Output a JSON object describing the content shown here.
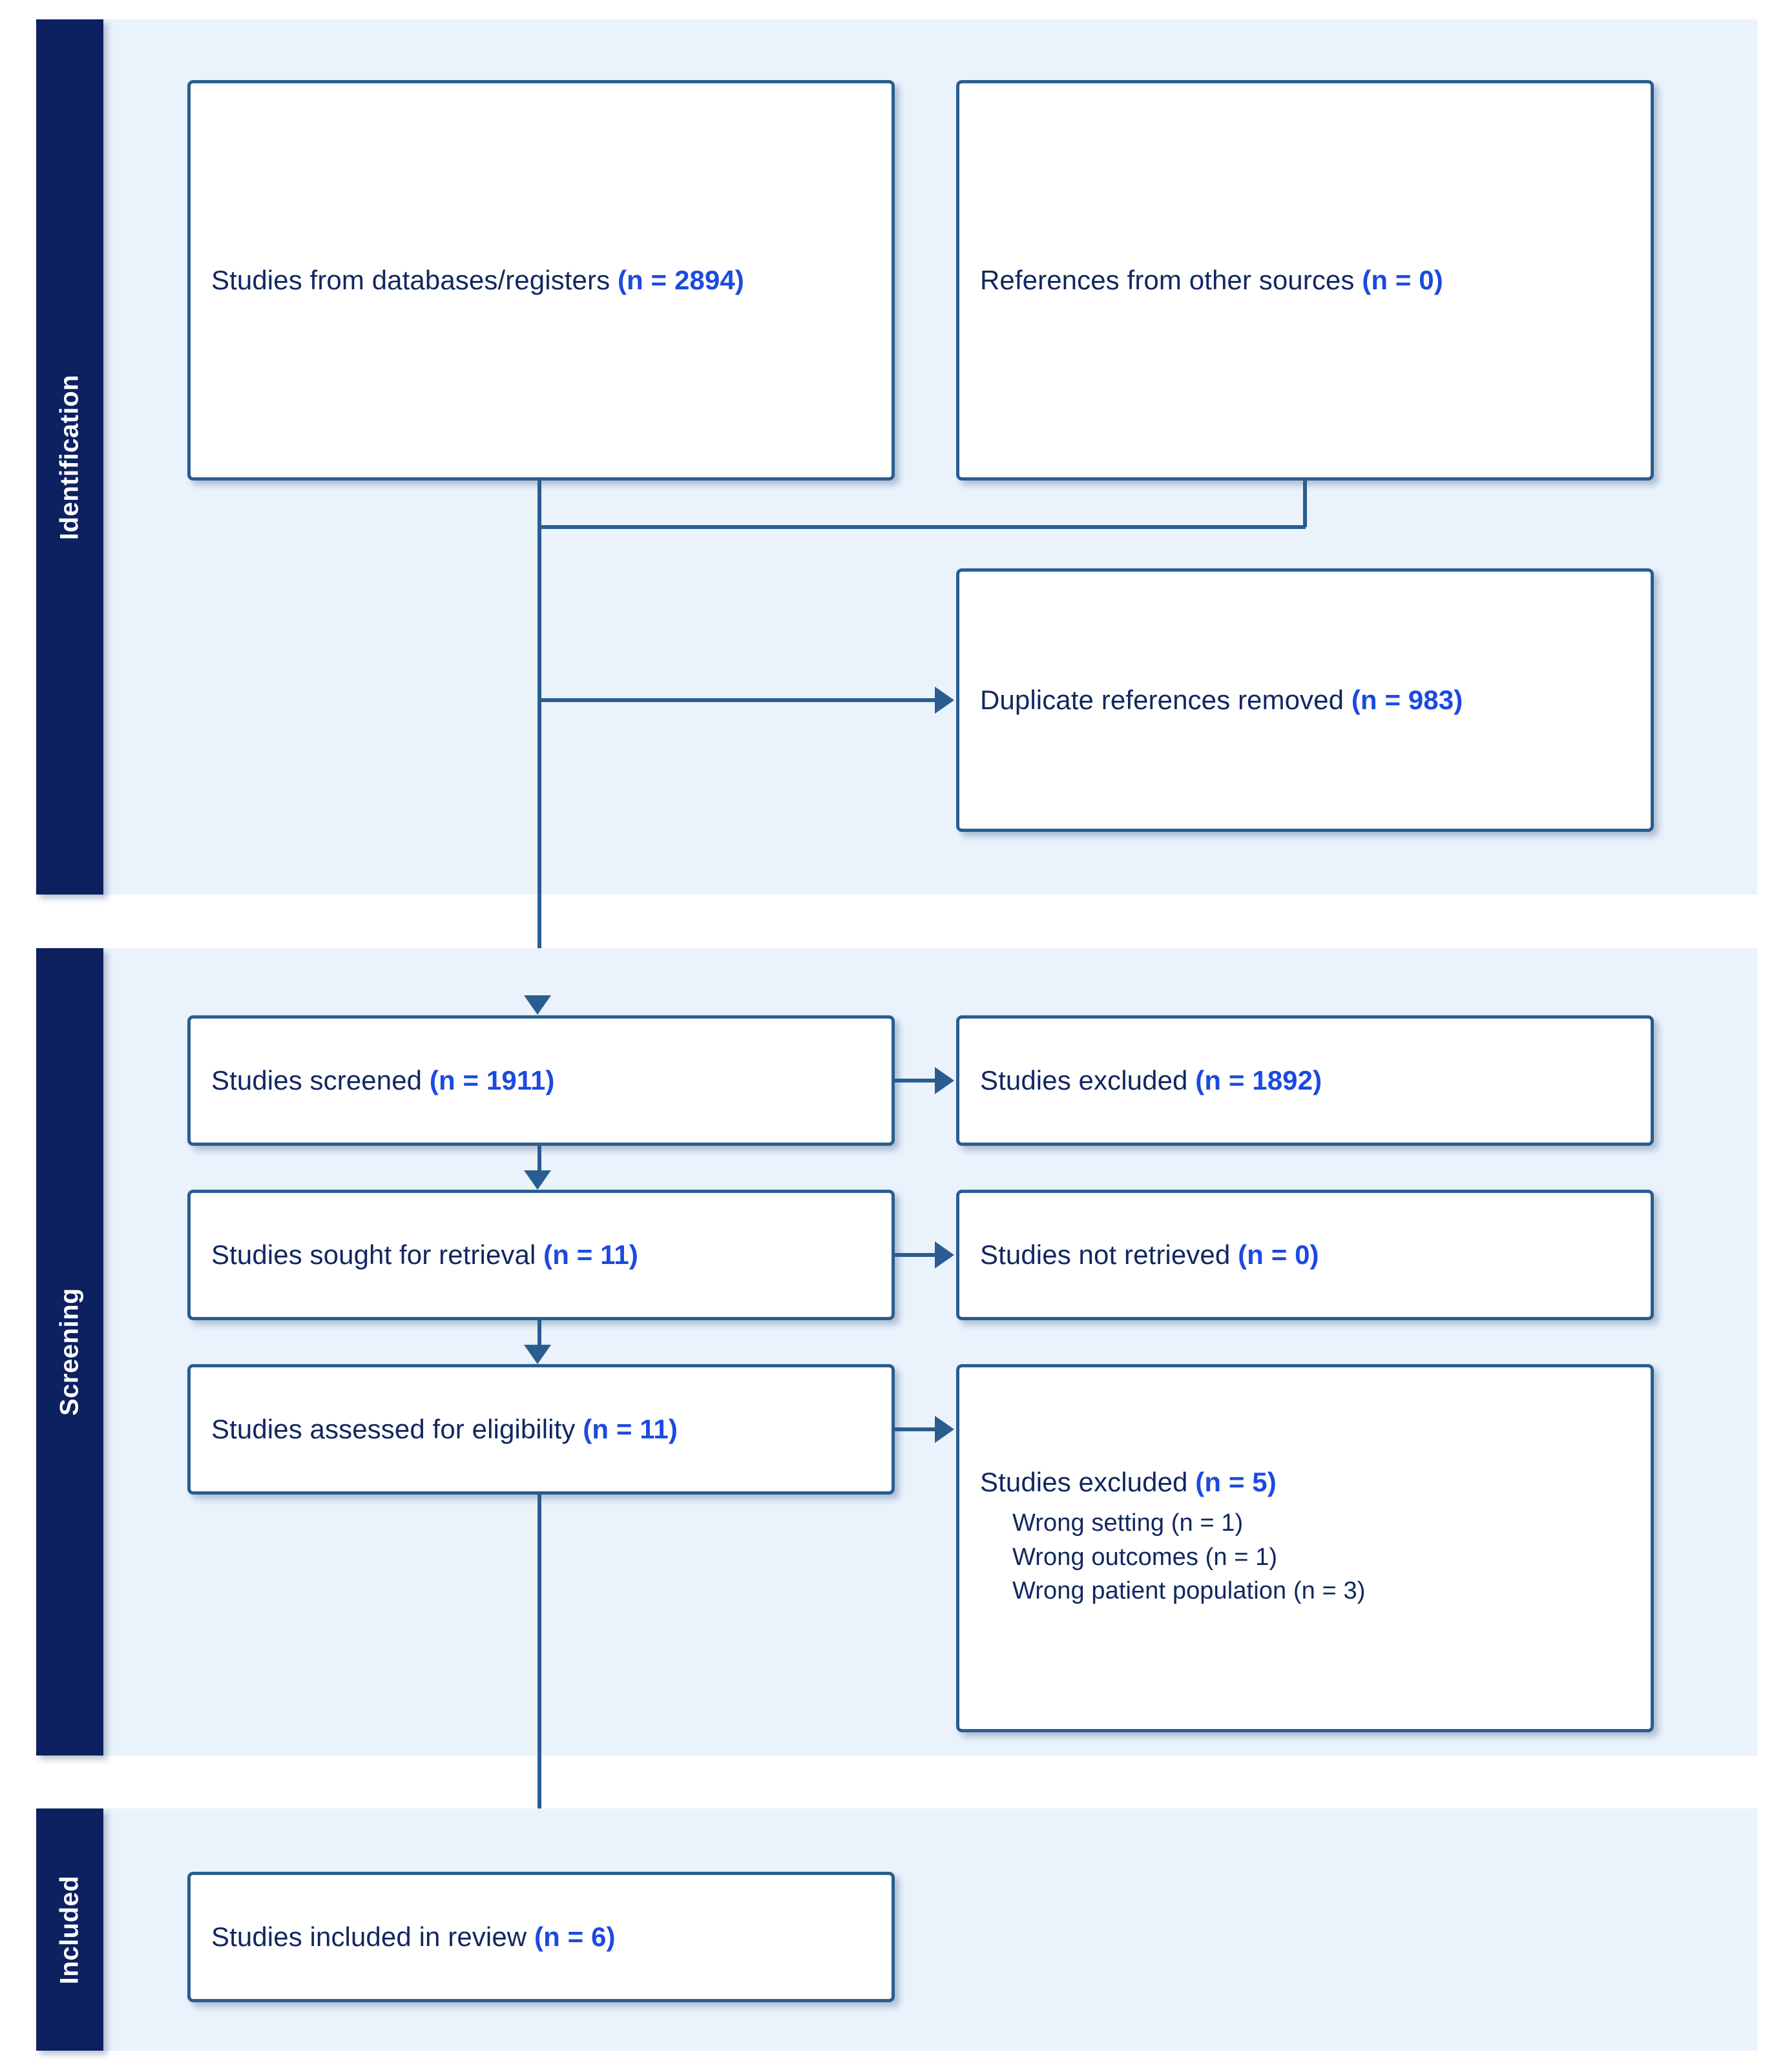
{
  "diagram": {
    "type": "prisma-flow-diagram",
    "colors": {
      "band_background": "#eaf2fc",
      "sidebar": "#0d2060",
      "box_border": "#2a5d8f",
      "label_text": "#11275f",
      "count_text": "#1b4ae0",
      "page_background": "#ffffff"
    },
    "stages": [
      {
        "id": "identification",
        "label": "Identification"
      },
      {
        "id": "screening",
        "label": "Screening"
      },
      {
        "id": "included",
        "label": "Included"
      }
    ],
    "nodes": [
      {
        "id": "databases",
        "stage": "identification",
        "label": "Studies from databases/registers ",
        "count": "(n = 2894)"
      },
      {
        "id": "other-sources",
        "stage": "identification",
        "label": "References from other sources ",
        "count": "(n = 0)"
      },
      {
        "id": "duplicates-removed",
        "stage": "identification",
        "label": "Duplicate references removed ",
        "count": "(n = 983)"
      },
      {
        "id": "screened",
        "stage": "screening",
        "label": "Studies screened ",
        "count": "(n = 1911)"
      },
      {
        "id": "excluded-screening",
        "stage": "screening",
        "label": "Studies excluded ",
        "count": "(n = 1892)"
      },
      {
        "id": "sought-retrieval",
        "stage": "screening",
        "label": "Studies sought for retrieval ",
        "count": "(n = 11)"
      },
      {
        "id": "not-retrieved",
        "stage": "screening",
        "label": "Studies not retrieved ",
        "count": "(n = 0)"
      },
      {
        "id": "assessed-eligibility",
        "stage": "screening",
        "label": "Studies assessed for eligibility ",
        "count": "(n = 11)"
      },
      {
        "id": "excluded-eligibility",
        "stage": "screening",
        "label": "Studies excluded ",
        "count": "(n = 5)",
        "reasons": [
          "Wrong setting (n = 1)",
          "Wrong outcomes (n = 1)",
          "Wrong patient population (n = 3)"
        ]
      },
      {
        "id": "included-review",
        "stage": "included",
        "label": "Studies included in review ",
        "count": "(n = 6)"
      }
    ]
  }
}
